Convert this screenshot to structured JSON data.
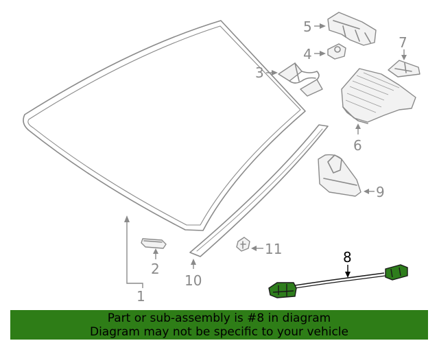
{
  "diagram": {
    "callouts": {
      "c1": "1",
      "c2": "2",
      "c3": "3",
      "c4": "4",
      "c5": "5",
      "c6": "6",
      "c7": "7",
      "c8": "8",
      "c9": "9",
      "c10": "10",
      "c11": "11"
    },
    "highlighted_part": "8"
  },
  "footer": {
    "line1": "Part or sub-assembly is #8 in diagram",
    "line2": "Diagram may not be specific to your vehicle"
  },
  "colors": {
    "banner": "#2e7d17",
    "line_art": "#8a8a8a",
    "highlight": "#1a1a1a"
  }
}
